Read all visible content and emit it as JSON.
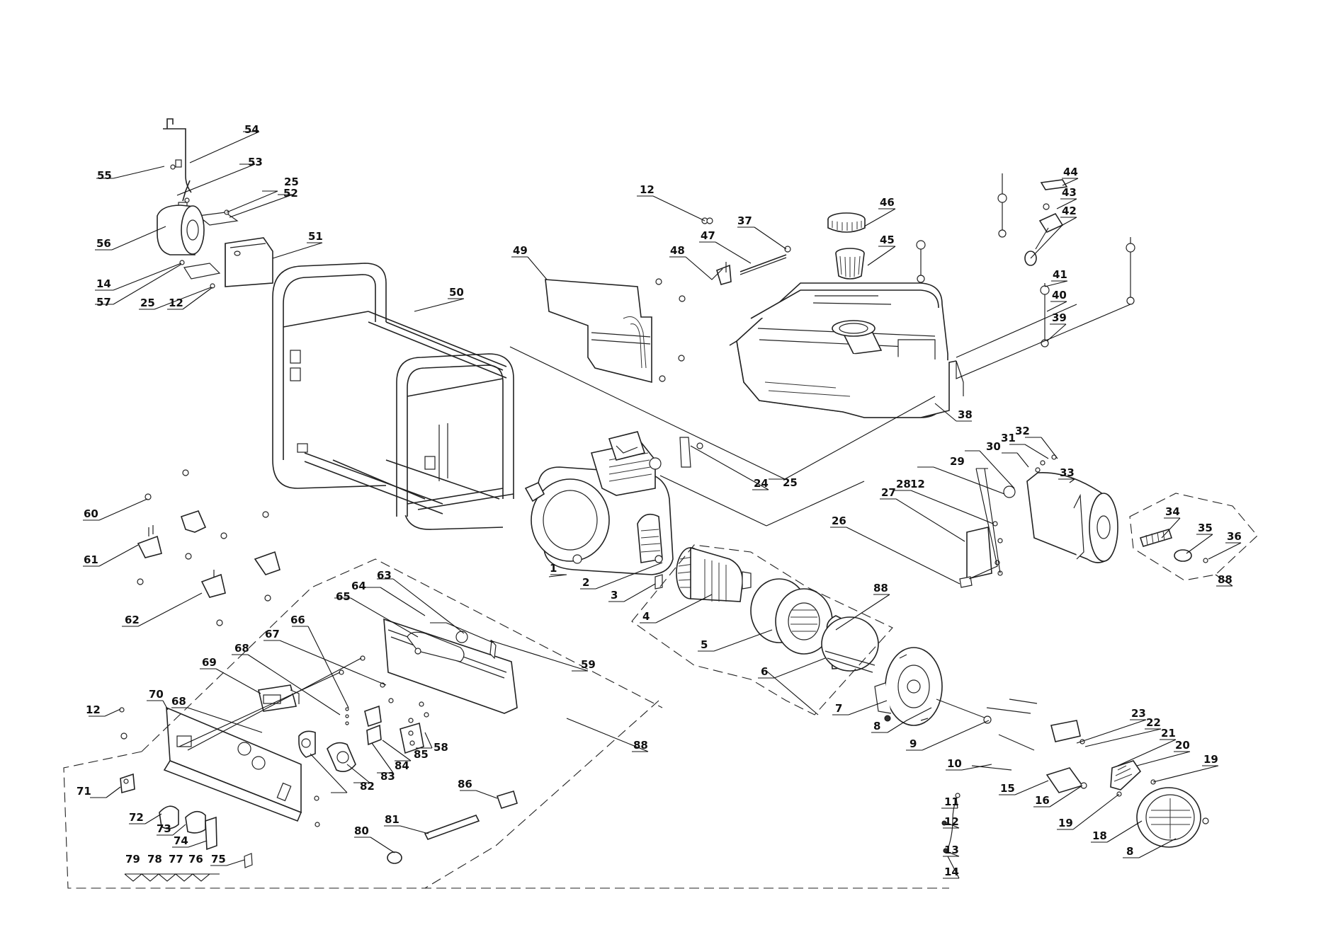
{
  "labels": {
    "p1": "1",
    "p2": "2",
    "p3": "3",
    "p4": "4",
    "p5": "5",
    "p6": "6",
    "p7": "7",
    "p8a": "8",
    "p8b": "8",
    "p9": "9",
    "p10": "10",
    "p11": "11",
    "p12a": "12",
    "p12b": "12",
    "p12c": "12",
    "p12d": "12",
    "p12e": "12",
    "p13": "13",
    "p14a": "14",
    "p14b": "14",
    "p15": "15",
    "p16": "16",
    "p18": "18",
    "p19a": "19",
    "p19b": "19",
    "p20": "20",
    "p21": "21",
    "p22": "22",
    "p23": "23",
    "p24": "24",
    "p25a": "25",
    "p25b": "25",
    "p25c": "25",
    "p26": "26",
    "p27": "27",
    "p28": "28",
    "p29": "29",
    "p30": "30",
    "p31": "31",
    "p32": "32",
    "p33": "33",
    "p34": "34",
    "p35": "35",
    "p36": "36",
    "p37": "37",
    "p38": "38",
    "p39": "39",
    "p40": "40",
    "p41": "41",
    "p42": "42",
    "p43": "43",
    "p44": "44",
    "p45": "45",
    "p46": "46",
    "p47": "47",
    "p48": "48",
    "p49": "49",
    "p50": "50",
    "p51": "51",
    "p52": "52",
    "p53": "53",
    "p54": "54",
    "p55": "55",
    "p56": "56",
    "p57": "57",
    "p58": "58",
    "p59": "59",
    "p60": "60",
    "p61": "61",
    "p62": "62",
    "p63": "63",
    "p64": "64",
    "p65": "65",
    "p66": "66",
    "p67": "67",
    "p68a": "68",
    "p68b": "68",
    "p69": "69",
    "p70": "70",
    "p71": "71",
    "p72": "72",
    "p73": "73",
    "p74": "74",
    "p75": "75",
    "p76": "76",
    "p77": "77",
    "p78": "78",
    "p79": "79",
    "p80": "80",
    "p81": "81",
    "p82": "82",
    "p83": "83",
    "p84": "84",
    "p85": "85",
    "p86": "86",
    "p88a": "88",
    "p88b": "88",
    "p88c": "88"
  }
}
